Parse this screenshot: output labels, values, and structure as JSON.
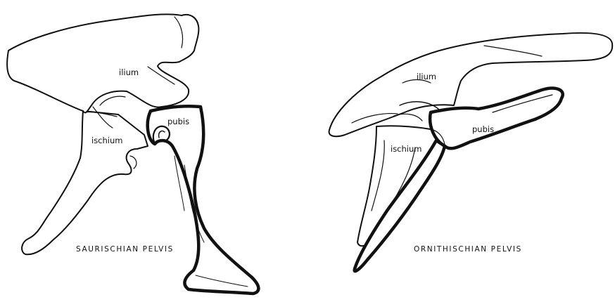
{
  "saurischian": {
    "caption": "SAURISCHIAN PELVIS",
    "labels": {
      "ilium": "ilium",
      "ischium": "ischium",
      "pubis": "pubis"
    }
  },
  "ornithischian": {
    "caption": "ORNITHISCHIAN PELVIS",
    "labels": {
      "ilium": "ilium",
      "ischium": "ischium",
      "pubis": "pubis"
    }
  },
  "colors": {
    "line": "#111111",
    "background": "#ffffff"
  }
}
